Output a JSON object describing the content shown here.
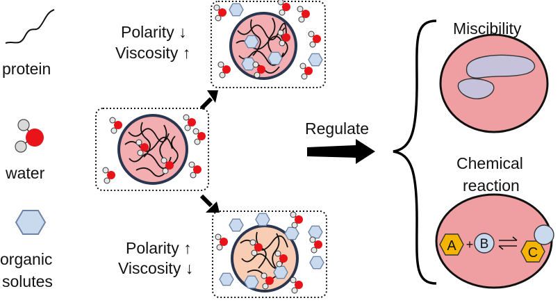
{
  "legend": {
    "protein_label": "protein",
    "water_label": "water",
    "solutes_label": "organic\nsolutes",
    "solutes_line1": "organic",
    "solutes_line2": "solutes"
  },
  "top_condition": {
    "polarity": "Polarity",
    "polarity_arrow": "↓",
    "viscosity": "Viscosity",
    "viscosity_arrow": "↑"
  },
  "bottom_condition": {
    "polarity": "Polarity",
    "polarity_arrow": "↑",
    "viscosity": "Viscosity",
    "viscosity_arrow": "↓"
  },
  "regulate_label": "Regulate",
  "outcomes": {
    "miscibility_label": "Miscibility",
    "reaction_line1": "Chemical",
    "reaction_line2": "reaction",
    "species": {
      "a": "A",
      "b": "B",
      "c": "C",
      "plus": "+"
    }
  },
  "colors": {
    "droplet_pink": "#f2aeb0",
    "droplet_peach": "#f8cdb4",
    "outcome_fill": "#ef9fa2",
    "outline": "#2a3550",
    "water_red": "#e8141a",
    "hydrogen_grey": "#d9d9d9",
    "solute_fill": "#c9d9ee",
    "solute_stroke": "#6d84a8",
    "phase_fill": "#c7c2dc",
    "hex_yellow": "#f4b400"
  },
  "icons": [
    "protein-icon",
    "water-icon",
    "solute-hexagon-icon",
    "right-arrow-icon",
    "curly-brace-icon",
    "equilibrium-arrows-icon"
  ]
}
